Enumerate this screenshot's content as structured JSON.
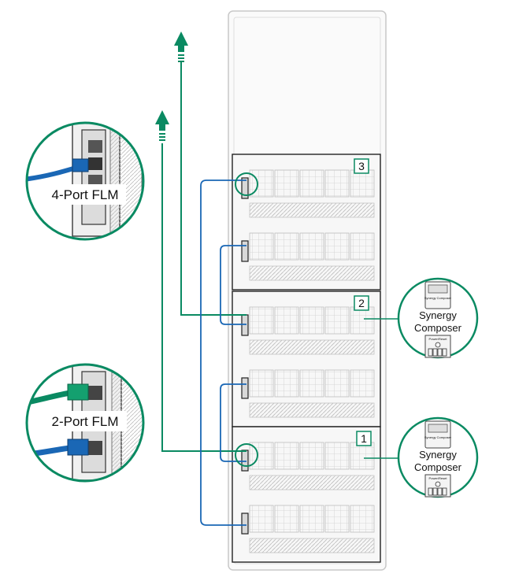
{
  "colors": {
    "green": "#0a8a62",
    "blue": "#1a67b5",
    "rack_outline": "#c8c8c8",
    "enclosure_border": "#222222",
    "bay_fill": "#e9e9e9"
  },
  "callouts": {
    "four_port": {
      "label": "4-Port FLM"
    },
    "two_port": {
      "label": "2-Port FLM"
    },
    "composer_upper": {
      "line1": "Synergy",
      "line2": "Composer",
      "module_text": "Synergy Composer",
      "power_text": "Power/Reset"
    },
    "composer_lower": {
      "line1": "Synergy",
      "line2": "Composer",
      "module_text": "Synergy Composer",
      "power_text": "Power/Reset"
    }
  },
  "enclosures": [
    {
      "number": "3"
    },
    {
      "number": "2"
    },
    {
      "number": "1"
    }
  ],
  "icons": {
    "uplink_arrow": "arrow-up-icon"
  }
}
